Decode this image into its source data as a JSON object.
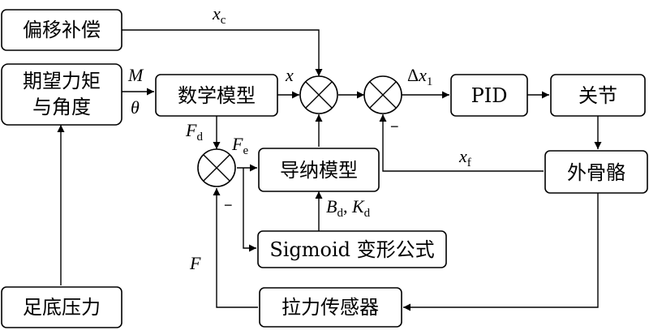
{
  "blocks": {
    "offset_comp": "偏移补偿",
    "desired_1": "期望力矩",
    "desired_2": "与角度",
    "math_model": "数学模型",
    "pid": "PID",
    "joint": "关节",
    "admittance": "导纳模型",
    "exoskeleton": "外骨骼",
    "sigmoid": "Sigmoid 变形公式",
    "foot_pressure": "足底压力",
    "tension_sensor": "拉力传感器"
  },
  "signals": {
    "xc": {
      "main": "x",
      "sub": "c"
    },
    "M": "M",
    "theta": "θ",
    "x": "x",
    "dx1": {
      "delta": "Δ",
      "main": "x",
      "sub": "1"
    },
    "Fd": {
      "main": "F",
      "sub": "d"
    },
    "Fe": {
      "main": "F",
      "sub": "e"
    },
    "xf": {
      "main": "x",
      "sub": "f"
    },
    "BdKd": {
      "b": "B",
      "b_sub": "d",
      "sep": ", ",
      "k": "K",
      "k_sub": "d"
    },
    "F": "F",
    "minus": "−"
  }
}
